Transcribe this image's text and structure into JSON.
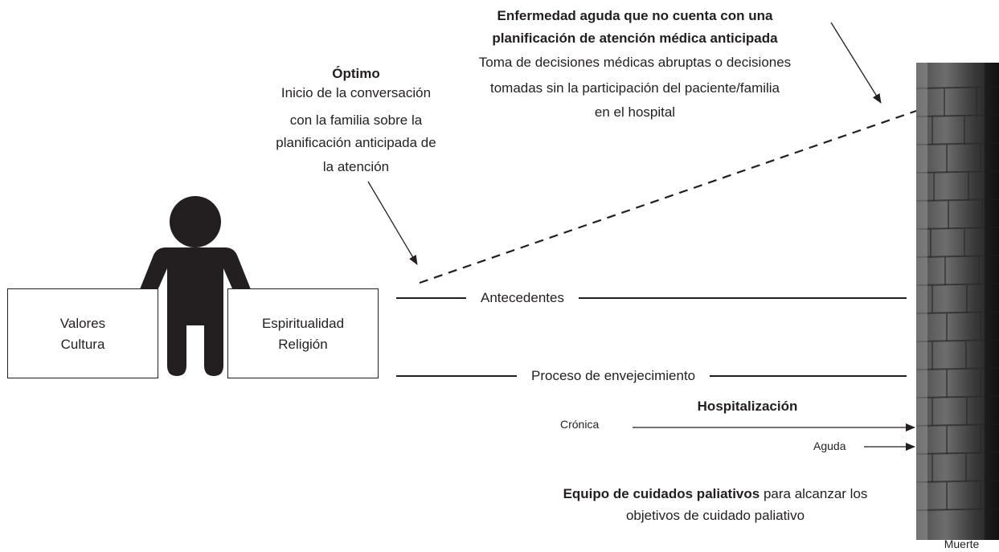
{
  "optimo": {
    "title": "Óptimo",
    "lines": [
      "Inicio de la conversación",
      "con la familia sobre la",
      "planificación anticipada de",
      "la atención"
    ]
  },
  "acute": {
    "title_lines": [
      "Enfermedad aguda que no cuenta con una",
      "planificación de atención médica anticipada"
    ],
    "lines": [
      "Toma de decisiones médicas abruptas o decisiones",
      "tomadas sin la participación del paciente/familia",
      "en el hospital"
    ]
  },
  "left_box": {
    "line1": "Valores",
    "line2": "Cultura"
  },
  "right_box": {
    "line1": "Espiritualidad",
    "line2": "Religión"
  },
  "timeline": {
    "antecedentes": "Antecedentes",
    "envejecimiento": "Proceso de envejecimiento"
  },
  "hospitalization": {
    "title": "Hospitalización",
    "chronic": "Crónica",
    "acute": "Aguda"
  },
  "palliative": {
    "bold": "Equipo de cuidados paliativos",
    "rest_line1": " para alcanzar los",
    "line2": "objetivos de cuidado paliativo"
  },
  "death_label": "Muerte",
  "colors": {
    "ink": "#231f20",
    "wall_dark": "#2a2a2a",
    "wall_light": "#8a8a8a"
  }
}
